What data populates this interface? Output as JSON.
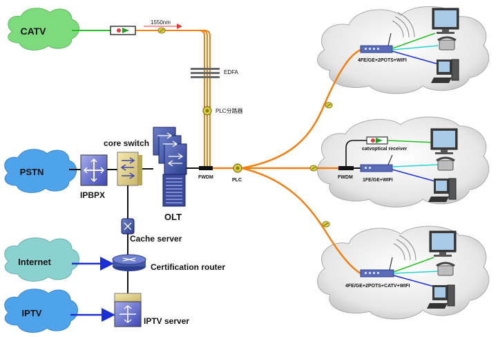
{
  "clouds": {
    "catv": "CATV",
    "pstn": "PSTN",
    "internet": "Internet",
    "iptv": "IPTV"
  },
  "labels": {
    "wavelength": "1550nm",
    "edfa": "EDFA",
    "plc_splitter": "PLC分路器",
    "fwdm": "FWDM",
    "plc": "PLC",
    "core_switch": "core switch",
    "ipbpx": "IPBPX",
    "olt": "OLT",
    "cache_server": "Cache server",
    "certification_router": "Certification router",
    "iptv_server": "IPTV server"
  },
  "onu": {
    "top": "4FE/GE+2POTS+WIFI",
    "mid_receiver": "catvoptical receiver",
    "mid_fwdm": "FWDM",
    "mid": "1FE/GE+WIFI",
    "bottom": "4FE/GE+2POTS+CATV+WIFI"
  },
  "colors": {
    "cloud_green": "#7ddb7d",
    "cloud_blue": "#4fa3ea",
    "cloud_teal": "#8ad1cf",
    "fiber_orange": "#f07f10",
    "link_green": "#22c022",
    "link_blue": "#1a2fd6",
    "link_cyan": "#22d5d5"
  }
}
